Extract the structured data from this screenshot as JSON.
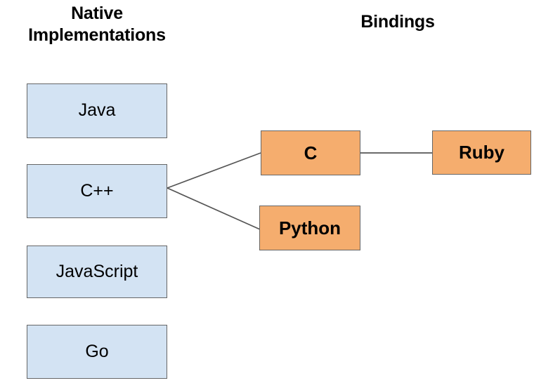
{
  "diagram": {
    "type": "relationship-diagram",
    "background_color": "#ffffff",
    "columns": [
      {
        "key": "native",
        "title": "Native\nImplementations",
        "node_fill": "#d3e3f3",
        "node_border": "#666666",
        "text_color": "#000000"
      },
      {
        "key": "bindings",
        "title": "Bindings",
        "node_fill": "#f5ad6e",
        "node_border": "#666666",
        "text_color": "#000000"
      }
    ],
    "nodes": {
      "java": {
        "label": "Java",
        "column": "native"
      },
      "cpp": {
        "label": "C++",
        "column": "native"
      },
      "javascript": {
        "label": "JavaScript",
        "column": "native"
      },
      "go": {
        "label": "Go",
        "column": "native"
      },
      "c": {
        "label": "C",
        "column": "bindings"
      },
      "python": {
        "label": "Python",
        "column": "bindings"
      },
      "ruby": {
        "label": "Ruby",
        "column": "bindings"
      }
    },
    "edges": [
      {
        "from": "cpp",
        "to": "c"
      },
      {
        "from": "cpp",
        "to": "python"
      },
      {
        "from": "c",
        "to": "ruby"
      }
    ]
  }
}
